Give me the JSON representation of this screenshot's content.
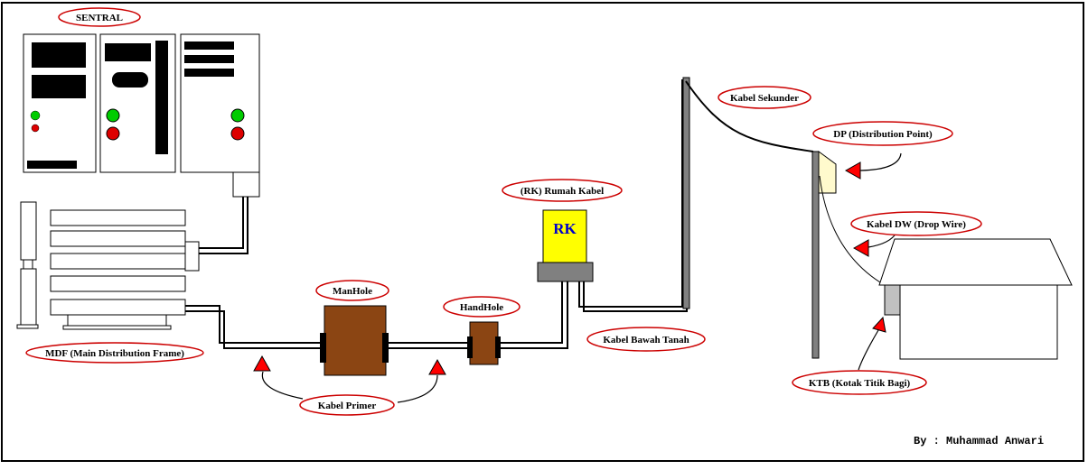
{
  "labels": {
    "sentral": "SENTRAL",
    "mdf": "MDF (Main Distribution Frame)",
    "manhole": "ManHole",
    "handhole": "HandHole",
    "kabel_primer": "Kabel Primer",
    "rk_rumah_kabel": "(RK) Rumah Kabel",
    "kabel_bawah_tanah": "Kabel Bawah Tanah",
    "kabel_sekunder": "Kabel Sekunder",
    "dp": "DP (Distribution Point)",
    "kabel_dw": "Kabel DW (Drop Wire)",
    "ktb": "KTB (Kotak Titik Bagi)"
  },
  "rk_box_text": "RK",
  "credit": "By : Muhammad Anwari",
  "colors": {
    "label_ellipse": "#cc0000",
    "arrow": "#ff0000",
    "manhole": "#8b4513",
    "rk_box": "#ffff00",
    "rk_text": "#0000cc",
    "led_green": "#00cc00",
    "led_red": "#dd0000",
    "pole": "#808080"
  }
}
